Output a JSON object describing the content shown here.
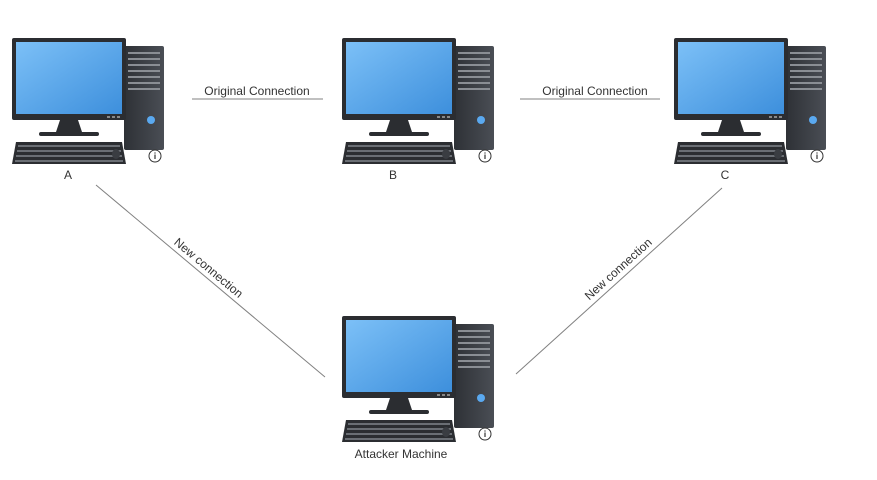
{
  "nodes": {
    "a": {
      "label": "A"
    },
    "b": {
      "label": "B"
    },
    "c": {
      "label": "C"
    },
    "attacker": {
      "label": "Attacker Machine"
    }
  },
  "edges": {
    "ab": {
      "label": "Original Connection"
    },
    "bc": {
      "label": "Original Connection"
    },
    "a_attacker": {
      "label": "New connection"
    },
    "c_attacker": {
      "label": "New connection"
    }
  },
  "icons": {
    "computer": "desktop-computer-icon",
    "info": "info-icon"
  },
  "colors": {
    "screen": "#5aa9f0",
    "case": "#3c3f44",
    "line": "#808080",
    "text": "#333333"
  }
}
